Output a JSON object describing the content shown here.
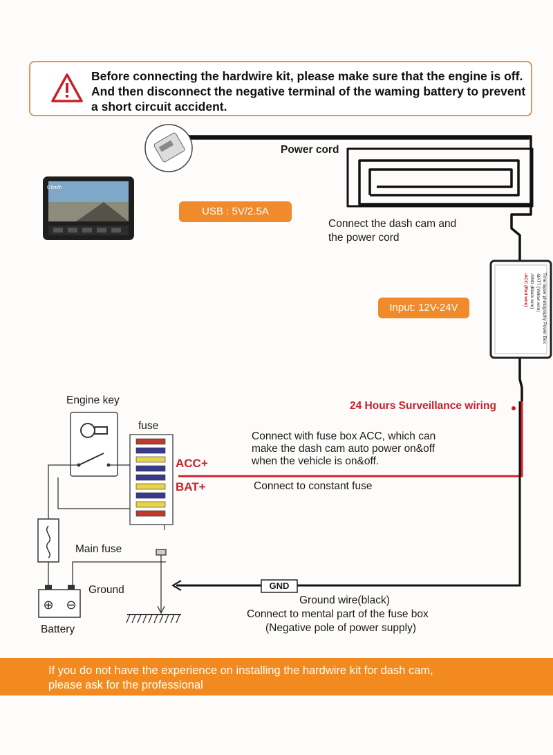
{
  "warning": {
    "line1": "Before connecting the hardwire kit, please make sure that the engine is off.",
    "line2": "And then disconnect the negative terminal of the waming battery to prevent",
    "line3": "a short circuit accident."
  },
  "labels": {
    "power_cord": "Power cord",
    "usb": "USB : 5V/2.5A",
    "connect_dash_line1": "Connect the dash cam and",
    "connect_dash_line2": "the power cord",
    "input": "Input: 12V-24V",
    "surveillance": "24 Hours Surveillance wiring",
    "engine_key": "Engine key",
    "fuse": "fuse",
    "acc": "ACC+",
    "bat": "BAT+",
    "fuse_box_acc_line1": "Connect with fuse box ACC, which can",
    "fuse_box_acc_line2": "make the dash cam auto power on&off",
    "fuse_box_acc_line3": "when the vehicle is on&off.",
    "constant_fuse": "Connect to constant fuse",
    "main_fuse": "Main fuse",
    "ground": "Ground",
    "battery": "Battery",
    "gnd": "GND",
    "ground_wire_line1": "Ground wire(black)",
    "ground_wire_line2": "Connect to mental part of the fuse box",
    "ground_wire_line3": "(Negative pole of power supply)"
  },
  "dashcam_screen": {
    "speed": "0 km/h"
  },
  "power_box": {
    "title": "Time lapse photography Power Box",
    "wire1": "-BATT (Yellow wire)",
    "wire2": "-GND (Black wire)",
    "wire3": "-ACC (Red wire)"
  },
  "banner": {
    "line1": "If you do not have the experience on installing the hardwire kit for dash cam,",
    "line2": "please ask for the professional"
  },
  "colors": {
    "accent_orange": "#f08a2a",
    "warning_border": "#d99a55",
    "warning_red": "#c8202a",
    "wire_red": "#d9202a",
    "wire_black": "#111111"
  }
}
